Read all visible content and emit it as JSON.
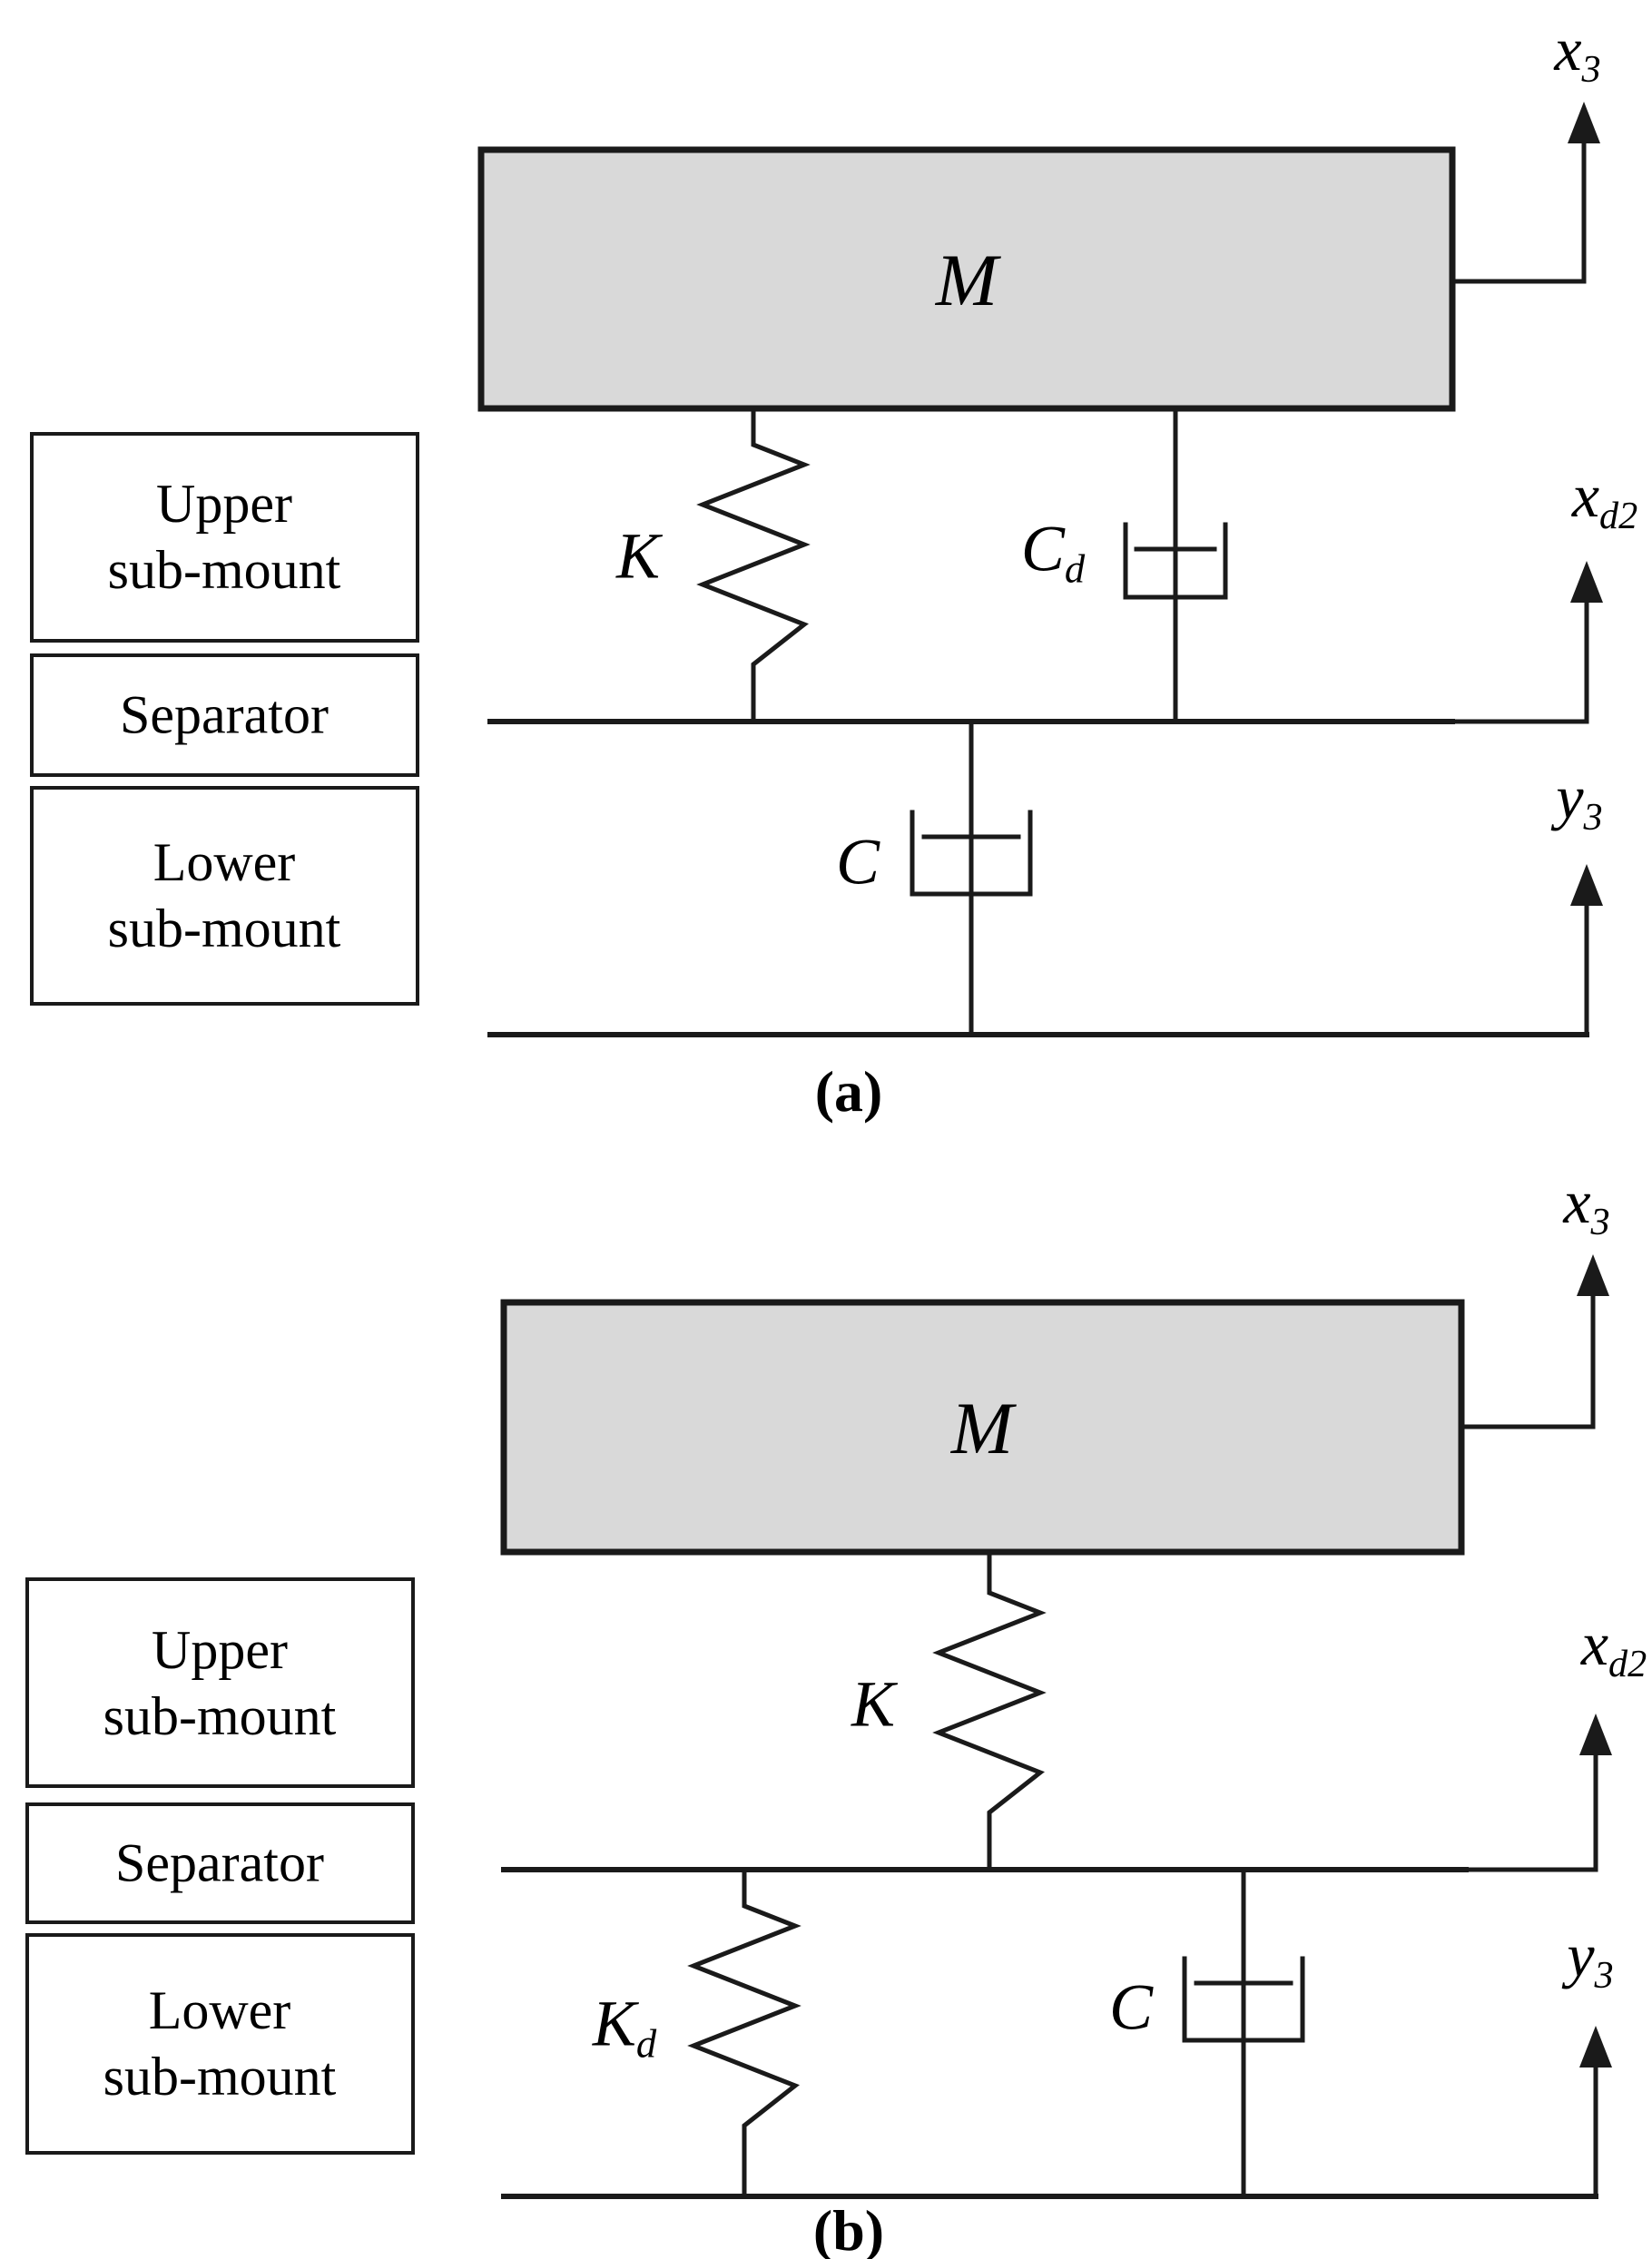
{
  "colors": {
    "background": "#ffffff",
    "line": "#1a1a1a",
    "mass_fill": "#d9d9d9"
  },
  "diagram_a": {
    "caption": "(a)",
    "mass": "M",
    "spring": "K",
    "damper_upper": {
      "base": "C",
      "sub": "d"
    },
    "damper_lower": "C",
    "axis_top": {
      "base": "x",
      "sub": "3"
    },
    "axis_mid": {
      "base": "x",
      "sub": "d2"
    },
    "axis_bottom": {
      "base": "y",
      "sub": "3"
    },
    "side_labels": {
      "upper_line1": "Upper",
      "upper_line2": "sub-mount",
      "separator": "Separator",
      "lower_line1": "Lower",
      "lower_line2": "sub-mount"
    }
  },
  "diagram_b": {
    "caption": "(b)",
    "mass": "M",
    "spring_upper": "K",
    "spring_lower": {
      "base": "K",
      "sub": "d"
    },
    "damper": "C",
    "axis_top": {
      "base": "x",
      "sub": "3"
    },
    "axis_mid": {
      "base": "x",
      "sub": "d2"
    },
    "axis_bottom": {
      "base": "y",
      "sub": "3"
    },
    "side_labels": {
      "upper_line1": "Upper",
      "upper_line2": "sub-mount",
      "separator": "Separator",
      "lower_line1": "Lower",
      "lower_line2": "sub-mount"
    }
  }
}
